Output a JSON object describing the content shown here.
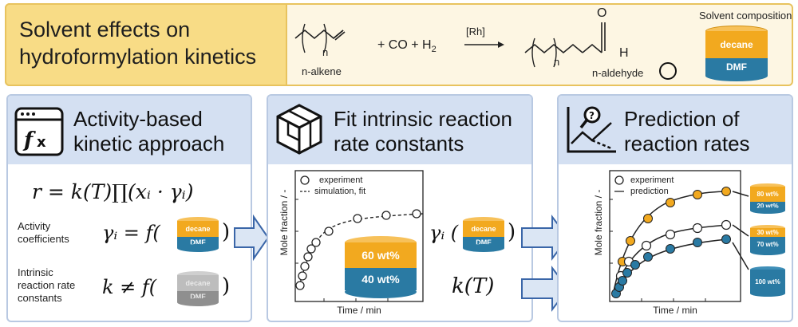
{
  "header": {
    "title_line1": "Solvent effects on",
    "title_line2": "hydroformylation kinetics",
    "reactant_label": "n-alkene",
    "reactant_sub": "n",
    "plus_reagents": "+ CO + H",
    "h2_sub": "2",
    "catalyst": "[Rh]",
    "product_label": "n-aldehyde",
    "product_sub": "n",
    "product_o": "O",
    "product_h": "H",
    "solvent_title": "Solvent composition",
    "solvent_top": "decane",
    "solvent_bottom": "DMF"
  },
  "panel1": {
    "title_line1": "Activity-based",
    "title_line2": "kinetic approach",
    "equation": "r = k(T)∏(xᵢ · γᵢ)",
    "activity_label_1": "Activity",
    "activity_label_2": "coefficients",
    "gamma_eq": "γᵢ = f(",
    "k_label_1": "Intrinsic",
    "k_label_2": "reaction rate",
    "k_label_3": "constants",
    "k_eq": "k ≠ f(",
    "close_paren": ")",
    "cyl_top": "decane",
    "cyl_bottom": "DMF",
    "cyl2_top": "decane",
    "cyl2_bottom": "DMF"
  },
  "panel2": {
    "title_line1": "Fit intrinsic reaction",
    "title_line2": "rate constants",
    "legend_experiment": "experiment",
    "legend_simulation": "simulation, fit",
    "ylabel": "Mole fraction / -",
    "xlabel": "Time / min",
    "cyl_top": "60 wt%",
    "cyl_bottom": "40 wt%"
  },
  "mid": {
    "gamma": "γᵢ (",
    "close_paren": ")",
    "cyl_top": "decane",
    "cyl_bottom": "DMF",
    "kT": "k(T)"
  },
  "panel3": {
    "title_line1": "Prediction of",
    "title_line2": "reaction rates",
    "legend_experiment": "experiment",
    "legend_prediction": "prediction",
    "ylabel": "Mole fraction / -",
    "xlabel": "Time / min",
    "cyl1_top": "80 wt%",
    "cyl1_bottom": "20 wt%",
    "cyl2_top": "30 wt%",
    "cyl2_bottom": "70 wt%",
    "cyl3_bottom": "100 wt%"
  },
  "colors": {
    "decane": "#f2a91f",
    "dmf": "#2a7aa3",
    "gray": "#9a9a9a",
    "panel_border": "#b9c9e2",
    "panel_head": "#d4e0f2",
    "arrow_fill": "#dbe6f4",
    "arrow_stroke": "#3a66a8"
  }
}
